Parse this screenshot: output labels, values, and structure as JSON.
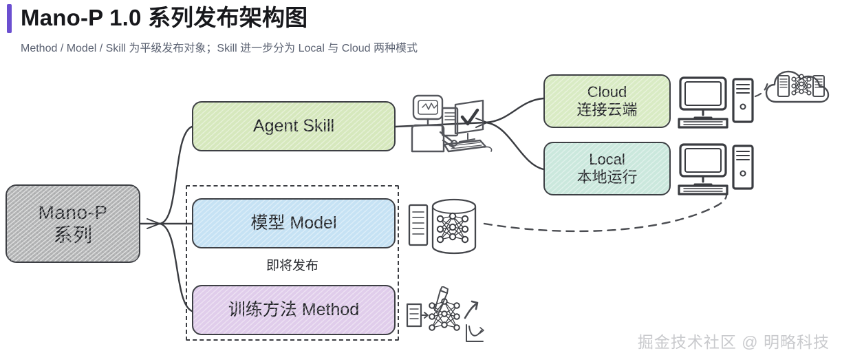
{
  "header": {
    "title": "Mano-P 1.0 系列发布架构图",
    "subtitle": "Method / Model / Skill 为平级发布对象；Skill 进一步分为 Local 与 Cloud 两种模式",
    "accent_color": "#6B4FD0"
  },
  "diagram": {
    "root": {
      "line1": "Mano-P",
      "line2": "系列",
      "color": "#b4b5b6"
    },
    "branches": [
      {
        "id": "skill",
        "line1": "Agent Skill",
        "line2": "",
        "color": "#d6e8bd",
        "icon": "robot-at-computer-icon"
      },
      {
        "id": "model",
        "line1": "模型 Model",
        "line2": "",
        "color": "#c6e2f4",
        "icon": "database-neural-net-icon"
      },
      {
        "id": "method",
        "line1": "训练方法 Method",
        "line2": "",
        "color": "#e0cdeb",
        "icon": "training-neural-net-icon"
      }
    ],
    "group": {
      "note": "即将发布",
      "border_style": "dashed"
    },
    "skill_modes": [
      {
        "id": "cloud",
        "line1": "Cloud",
        "line2": "连接云端",
        "color": "#d9ebc4",
        "icon": "desktop-computer-icon",
        "endpoint_icon": "cloud-server-icon"
      },
      {
        "id": "local",
        "line1": "Local",
        "line2": "本地运行",
        "color": "#cbe8dd",
        "icon": "desktop-computer-icon"
      }
    ]
  },
  "watermark": {
    "text": "掘金技术社区 @ 明略科技"
  }
}
